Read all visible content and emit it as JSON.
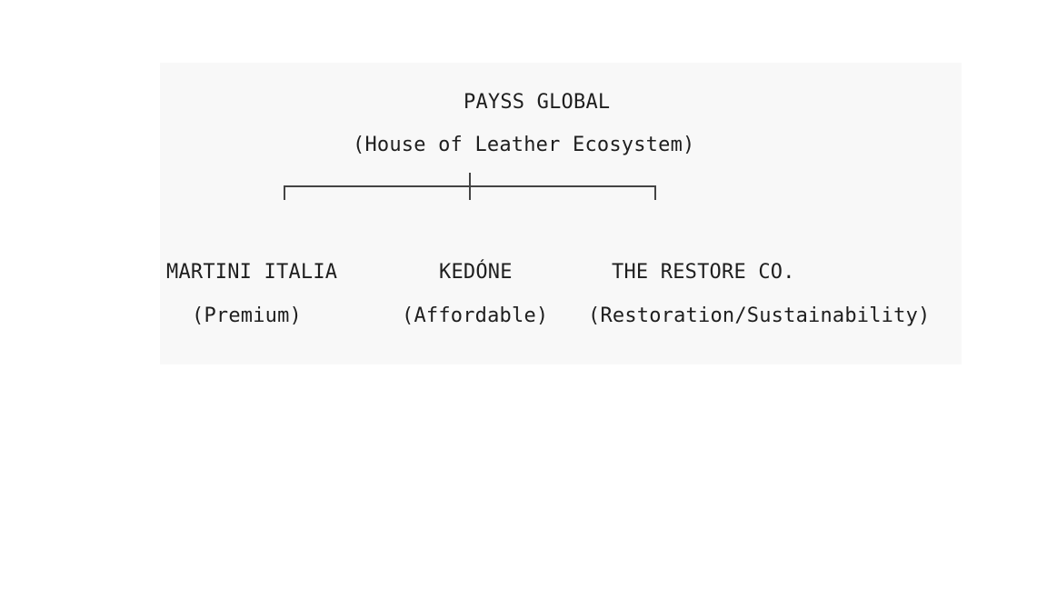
{
  "root": {
    "title": "PAYSS GLOBAL",
    "subtitle": "(House of Leather Ecosystem)"
  },
  "children": [
    {
      "title": "MARTINI ITALIA",
      "subtitle": "(Premium)"
    },
    {
      "title": "KEDÓNE",
      "subtitle": "(Affordable)"
    },
    {
      "title": "THE RESTORE CO.",
      "subtitle": "(Restoration/Sustainability)"
    }
  ]
}
